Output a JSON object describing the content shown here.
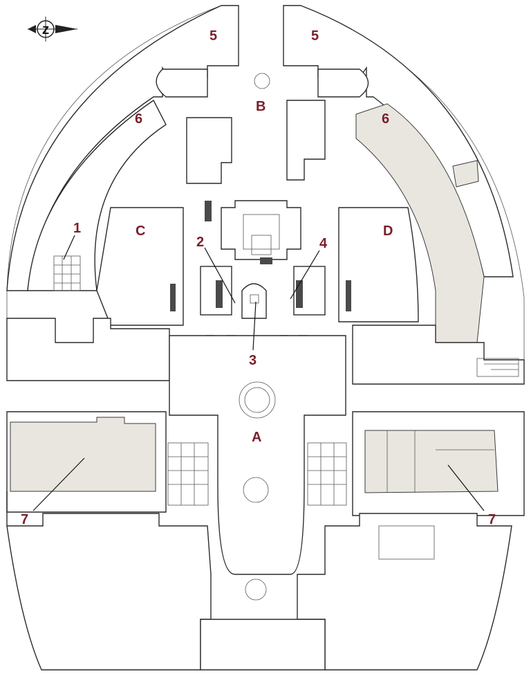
{
  "colors": {
    "label": "#7a1f2b",
    "wall": "#2a2a2a",
    "ruin": "#e9e6e0"
  },
  "compass": {
    "letter": "Z",
    "icon": "north-arrow-icon"
  },
  "letters": {
    "A": "A",
    "B": "B",
    "C": "C",
    "D": "D"
  },
  "numbers": {
    "n1": "1",
    "n2": "2",
    "n3": "3",
    "n4": "4",
    "n5a": "5",
    "n5b": "5",
    "n6a": "6",
    "n6b": "6",
    "n7a": "7",
    "n7b": "7"
  }
}
